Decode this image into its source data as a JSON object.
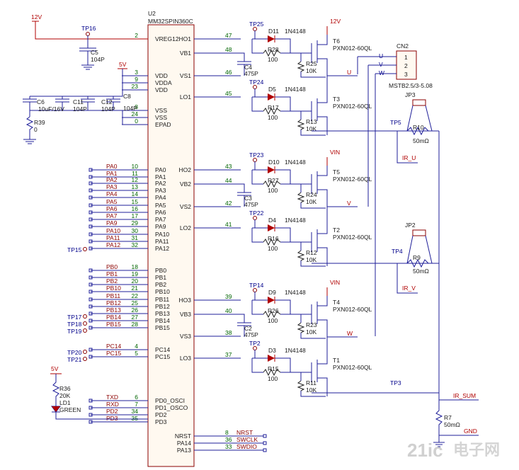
{
  "ic": {
    "ref": "U2",
    "part": "MM32SPIN360C",
    "left_pins": [
      {
        "num": "2",
        "name": "VREG12"
      },
      {
        "num": "3",
        "name": "VDD"
      },
      {
        "num": "9",
        "name": "VDDA"
      },
      {
        "num": "23",
        "name": "VDD"
      },
      {
        "num": "8",
        "name": "VSS"
      },
      {
        "num": "24",
        "name": "VSS"
      },
      {
        "num": "0",
        "name": "EPAD"
      },
      {
        "num": "10",
        "name": "PA0",
        "net": "PA0"
      },
      {
        "num": "11",
        "name": "PA1",
        "net": "PA1"
      },
      {
        "num": "12",
        "name": "PA2",
        "net": "PA2"
      },
      {
        "num": "13",
        "name": "PA3",
        "net": "PA3"
      },
      {
        "num": "14",
        "name": "PA4",
        "net": "PA4"
      },
      {
        "num": "15",
        "name": "PA5",
        "net": "PA5"
      },
      {
        "num": "16",
        "name": "PA6",
        "net": "PA6"
      },
      {
        "num": "17",
        "name": "PA7",
        "net": "PA7"
      },
      {
        "num": "29",
        "name": "PA9",
        "net": "PA9"
      },
      {
        "num": "30",
        "name": "PA10",
        "net": "PA10"
      },
      {
        "num": "31",
        "name": "PA11",
        "net": "PA11"
      },
      {
        "num": "32",
        "name": "PA12",
        "net": "PA12"
      },
      {
        "num": "18",
        "name": "PB0",
        "net": "PB0"
      },
      {
        "num": "19",
        "name": "PB1",
        "net": "PB1"
      },
      {
        "num": "20",
        "name": "PB2",
        "net": "PB2"
      },
      {
        "num": "21",
        "name": "PB10",
        "net": "PB10"
      },
      {
        "num": "22",
        "name": "PB11",
        "net": "PB11"
      },
      {
        "num": "25",
        "name": "PB12",
        "net": "PB12"
      },
      {
        "num": "26",
        "name": "PB13",
        "net": "PB13"
      },
      {
        "num": "27",
        "name": "PB14",
        "net": "PB14"
      },
      {
        "num": "28",
        "name": "PB15",
        "net": "PB15"
      },
      {
        "num": "4",
        "name": "PC14",
        "net": "PC14"
      },
      {
        "num": "5",
        "name": "PC15",
        "net": "PC15"
      },
      {
        "num": "6",
        "name": "PD0_OSCI",
        "net": "TXD"
      },
      {
        "num": "7",
        "name": "PD1_OSCO",
        "net": "RXD"
      },
      {
        "num": "34",
        "name": "PD2",
        "net": "PD2"
      },
      {
        "num": "35",
        "name": "PD3",
        "net": "PD3"
      }
    ],
    "right_pins": [
      {
        "num": "47",
        "name": "HO1"
      },
      {
        "num": "48",
        "name": "VB1"
      },
      {
        "num": "46",
        "name": "VS1"
      },
      {
        "num": "45",
        "name": "LO1"
      },
      {
        "num": "43",
        "name": "HO2"
      },
      {
        "num": "44",
        "name": "VB2"
      },
      {
        "num": "42",
        "name": "VS2"
      },
      {
        "num": "41",
        "name": "LO2"
      },
      {
        "num": "39",
        "name": "HO3"
      },
      {
        "num": "40",
        "name": "VB3"
      },
      {
        "num": "38",
        "name": "VS3"
      },
      {
        "num": "37",
        "name": "LO3"
      },
      {
        "num": "8",
        "name": "NRST",
        "net": "NRST"
      },
      {
        "num": "36",
        "name": "PA14",
        "net": "SWCLK"
      },
      {
        "num": "33",
        "name": "PA13",
        "net": "SWDIO"
      }
    ]
  },
  "supply": {
    "v12": "12V",
    "v5": "5V",
    "v5_led": "5V"
  },
  "caps": {
    "c5": {
      "ref": "C5",
      "value": "104P"
    },
    "c6": {
      "ref": "C6",
      "value": "10uF/16V"
    },
    "c11": {
      "ref": "C11",
      "value": "104P"
    },
    "c12": {
      "ref": "C12",
      "value": "104P"
    },
    "c8": {
      "ref": "C8",
      "value": "104P"
    }
  },
  "r39": {
    "ref": "R39",
    "value": "0"
  },
  "led": {
    "r_ref": "R36",
    "r_value": "20K",
    "ref": "LD1",
    "color": "GREEN"
  },
  "testpoints": {
    "tp16": "TP16",
    "tp15": "TP15",
    "tp17": "TP17",
    "tp18": "TP18",
    "tp19": "TP19",
    "tp20": "TP20",
    "tp21": "TP21",
    "tp3": "TP3",
    "tp5": "TP5",
    "tp4": "TP4"
  },
  "stages": [
    {
      "tp_high": "TP25",
      "diode": "D11",
      "diode_part": "1N4148",
      "r_gate_h": "R28",
      "r_gate_h_value": "100",
      "r_pd_h": "R25",
      "r_pd_h_value": "10K",
      "fet_h": "T6",
      "fet_h_part": "PXN012-60QL",
      "rail": "12V",
      "boot_cap": "C4",
      "boot_cap_value": "475P",
      "phase_net": "U",
      "tp_low": "TP24",
      "diode_l": "D5",
      "diode_l_part": "1N4148",
      "r_gate_l": "R17",
      "r_gate_l_value": "100",
      "r_pd_l": "R13",
      "r_pd_l_value": "10K",
      "fet_l": "T3",
      "fet_l_part": "PXN012-60QL"
    },
    {
      "tp_high": "TP23",
      "diode": "D10",
      "diode_part": "1N4148",
      "r_gate_h": "R27",
      "r_gate_h_value": "100",
      "r_pd_h": "R24",
      "r_pd_h_value": "10K",
      "fet_h": "T5",
      "fet_h_part": "PXN012-60QL",
      "rail": "VIN",
      "boot_cap": "C3",
      "boot_cap_value": "475P",
      "phase_net": "V",
      "tp_low": "TP22",
      "diode_l": "D4",
      "diode_l_part": "1N4148",
      "r_gate_l": "R16",
      "r_gate_l_value": "100",
      "r_pd_l": "R12",
      "r_pd_l_value": "10K",
      "fet_l": "T2",
      "fet_l_part": "PXN012-60QL"
    },
    {
      "tp_high": "TP14",
      "diode": "D9",
      "diode_part": "1N4148",
      "r_gate_h": "R26",
      "r_gate_h_value": "100",
      "r_pd_h": "R23",
      "r_pd_h_value": "10K",
      "fet_h": "T4",
      "fet_h_part": "PXN012-60QL",
      "rail": "VIN",
      "boot_cap": "C2",
      "boot_cap_value": "475P",
      "phase_net": "W",
      "tp_low": "TP2",
      "diode_l": "D3",
      "diode_l_part": "1N4148",
      "r_gate_l": "R15",
      "r_gate_l_value": "100",
      "r_pd_l": "R11",
      "r_pd_l_value": "10K",
      "fet_l": "T1",
      "fet_l_part": "PXN012-60QL"
    }
  ],
  "connector": {
    "ref": "CN2",
    "part": "MSTB2.5/3-5.08",
    "pins": [
      "1",
      "2",
      "3"
    ],
    "nets": [
      "U",
      "V",
      "W"
    ]
  },
  "shunts": {
    "jp3": "JP3",
    "r10": "R10",
    "r10_value": "50mΩ",
    "ir_u": "IR_U",
    "jp2": "JP2",
    "r9": "R9",
    "r9_value": "50mΩ",
    "ir_v": "IR_V",
    "r7": "R7",
    "r7_value": "50mΩ",
    "ir_sum": "IR_SUM",
    "gnd": "GND"
  },
  "watermark": {
    "text": "21ic",
    "text2": "电子网"
  }
}
